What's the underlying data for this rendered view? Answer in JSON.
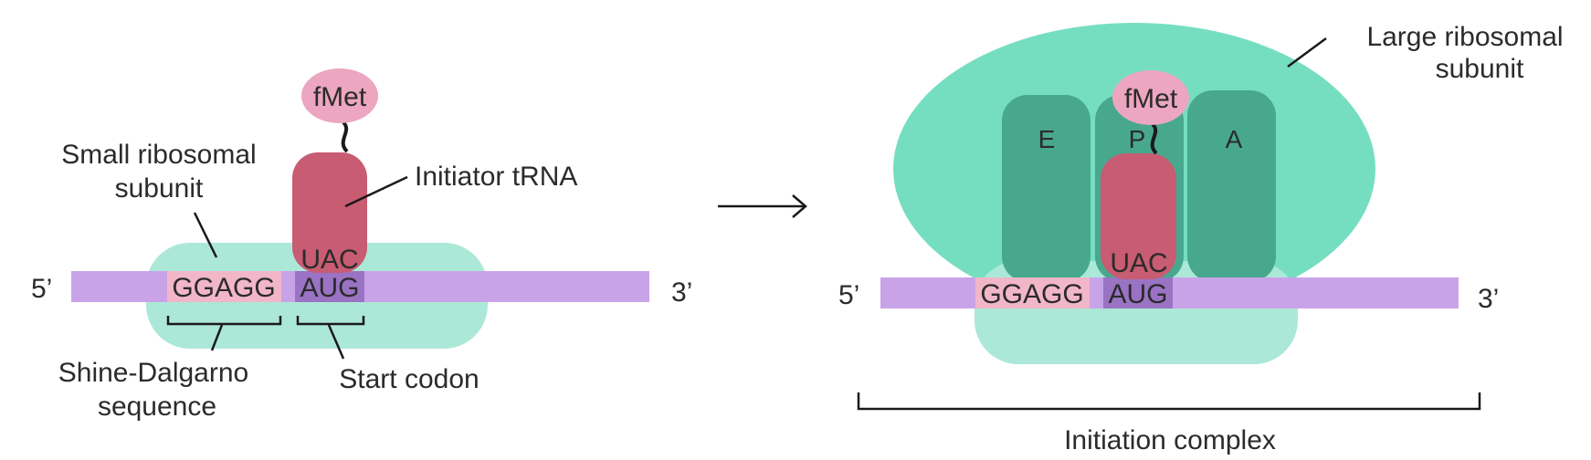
{
  "left_panel": {
    "five_prime": "5’",
    "three_prime": "3’",
    "shine_dalgarno_seq": "GGAGG",
    "start_codon_seq": "AUG",
    "anticodon_seq": "UAC",
    "fmet": "fMet",
    "small_subunit_label_line1": "Small ribosomal",
    "small_subunit_label_line2": "subunit",
    "initiator_trna_label": "Initiator tRNA",
    "shine_dalgarno_label_line1": "Shine-Dalgarno",
    "shine_dalgarno_label_line2": "sequence",
    "start_codon_label": "Start codon"
  },
  "arrow": "→",
  "right_panel": {
    "five_prime": "5’",
    "three_prime": "3’",
    "shine_dalgarno_seq": "GGAGG",
    "start_codon_seq": "AUG",
    "anticodon_seq": "UAC",
    "fmet": "fMet",
    "site_e": "E",
    "site_p": "P",
    "site_a": "A",
    "large_subunit_label_line1": "Large ribosomal",
    "large_subunit_label_line2": "subunit",
    "initiation_complex_label": "Initiation complex"
  },
  "colors": {
    "mrna": "#C9A3E8",
    "small_subunit": "#ACE8D7",
    "large_subunit": "#76DEC0",
    "sites": "#48A88E",
    "trna": "#C75C72",
    "fmet": "#ECA6C0",
    "shine_dalgarno_box": "#F2B6C9",
    "start_codon_box": "#9A73C4",
    "text": "#2b2b2b"
  }
}
